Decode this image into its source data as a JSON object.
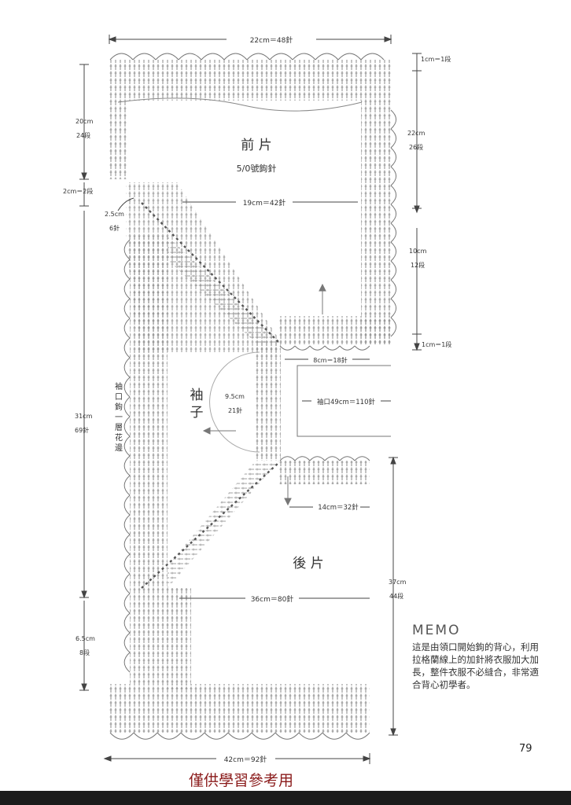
{
  "labels": {
    "top_width": "22cm＝48針",
    "front_panel": "前 片",
    "hook_size": "5/0號鉤針",
    "front_width": "19cm＝42針",
    "top_edge_rows": "1cm＝1段",
    "right_upper_cm": "22cm",
    "right_upper_rows": "26段",
    "right_mid_cm": "10cm",
    "right_mid_rows": "12段",
    "right_lower_rows": "1cm＝1段",
    "left_upper_cm": "20cm",
    "left_upper_rows": "24段",
    "left_join": "2cm＝2段",
    "left_corner_cm": "2.5cm",
    "left_corner_rows": "6針",
    "underarm": "8cm＝18針",
    "sleeve_depth_cm": "9.5cm",
    "sleeve_depth_sts": "21針",
    "sleeve": "袖子",
    "sleeve_edge": "袖口鉤一層花邊",
    "armhole": "袖口49cm＝110針",
    "left_long_cm": "31cm",
    "left_long_sts": "69針",
    "back_shoulder": "14cm＝32針",
    "back_panel": "後 片",
    "back_width": "36cm＝80針",
    "back_height_cm": "37cm",
    "back_height_rows": "44段",
    "left_bottom_cm": "6.5cm",
    "left_bottom_rows": "8段",
    "bottom_width": "42cm＝92針"
  },
  "memo": {
    "title": "MEMO",
    "text": "這是由領口開始鉤的背心，利用拉格蘭線上的加針將衣服加大加長，整件衣服不必縫合，非常適合背心初學者。"
  },
  "page_number": "79",
  "watermark": "僅供學習參考用",
  "colors": {
    "ink": "#333333",
    "watermark": "#8a1a1a"
  }
}
